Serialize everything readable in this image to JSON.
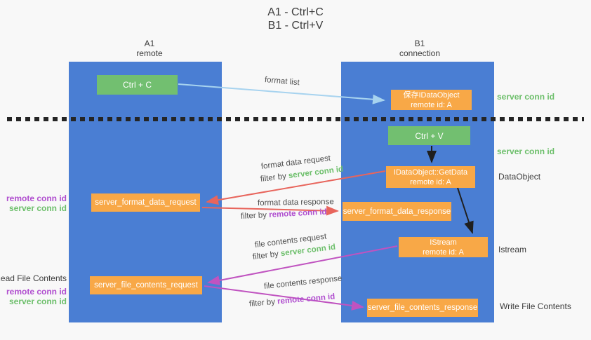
{
  "title": {
    "line1": "A1 - Ctrl+C",
    "line2": "B1 - Ctrl+V"
  },
  "lanes": {
    "left": {
      "title": "A1",
      "subtitle": "remote"
    },
    "right": {
      "title": "B1",
      "subtitle": "connection"
    }
  },
  "nodes": {
    "ctrl_c": {
      "label": "Ctrl + C"
    },
    "save_dataobject": {
      "line1": "保存IDataObject",
      "line2": "remote id: A"
    },
    "ctrl_v": {
      "label": "Ctrl + V"
    },
    "getdata": {
      "line1": "IDataObject::GetData",
      "line2": "remote id: A"
    },
    "format_request": {
      "label": "server_format_data_request"
    },
    "format_response": {
      "label": "server_format_data_response"
    },
    "istream": {
      "line1": "IStream",
      "line2": "remote id: A"
    },
    "file_request": {
      "label": "server_file_contents_request"
    },
    "file_response": {
      "label": "server_file_contents_response"
    }
  },
  "flow_labels": {
    "format_list": "format list",
    "format_data_request": "format data request",
    "format_data_response": "format data response",
    "file_contents_request": "file contents request",
    "file_contents_response": "file contents response",
    "filter_by": "filter by ",
    "server_conn_id": "server conn id",
    "remote_conn_id": "remote conn id"
  },
  "side_labels": {
    "left": {
      "remote_conn_id_top": "remote conn id",
      "server_conn_id_top": "server conn id",
      "read_file_contents": "Read File Contents",
      "remote_conn_id_bottom": "remote conn id",
      "server_conn_id_bottom": "server conn id"
    },
    "right": {
      "server_conn_id_top": "server conn id",
      "server_conn_id_mid": "server conn id",
      "dataobject": "DataObject",
      "istream": "Istream",
      "write_file_contents": "Write File Contents"
    }
  },
  "colors": {
    "background": "#f8f8f8",
    "lane_blue": "#4a7ed3",
    "node_orange": "#f8a847",
    "node_green": "#72bf70",
    "arrow_light_blue": "#a7d3ef",
    "arrow_black": "#1f1f1f",
    "arrow_red": "#e8655c",
    "arrow_magenta": "#c053c0",
    "text_green": "#6dbf6b",
    "text_purple": "#b04ecf"
  }
}
